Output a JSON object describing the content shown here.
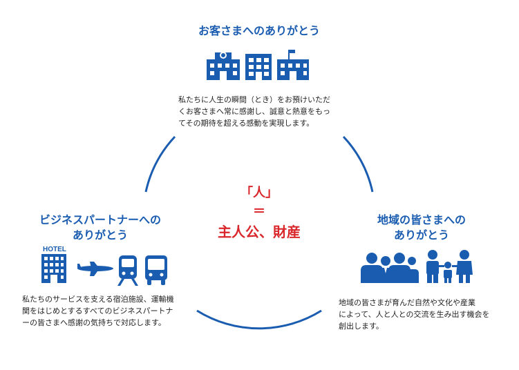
{
  "top": {
    "title": "お客さまへのありがとう",
    "lines": [
      "私たちに人生の瞬間（とき）をお預けいただ",
      "くお客さまへ常に感謝し、誠意と熱意をもっ",
      "てその期待を超える感動を実現します。"
    ]
  },
  "left": {
    "title_lines": [
      "ビジネスパートナーへの",
      "ありがとう"
    ],
    "hotel_label": "HOTEL",
    "lines": [
      "私たちのサービスを支える宿泊施設、運輸機",
      "関をはじめとするすべてのビジネスパートナ",
      "ーの皆さまへ感謝の気持ちで対応します。"
    ]
  },
  "right": {
    "title_lines": [
      "地域の皆さまへの",
      "ありがとう"
    ],
    "lines": [
      "地域の皆さまが育んだ自然や文化や産業",
      "によって、人と人との交流を生み出す機会を",
      "創出します。"
    ]
  },
  "center": {
    "line1": "「人」",
    "line2": "＝",
    "line3": "主人公、財産"
  },
  "colors": {
    "blue": "#1a5cb0",
    "red": "#d9262b"
  },
  "icons": [
    "buildings-icon",
    "hotel-icon",
    "airplane-icon",
    "train-icon",
    "bus-icon",
    "business-people-icon",
    "family-icon"
  ]
}
